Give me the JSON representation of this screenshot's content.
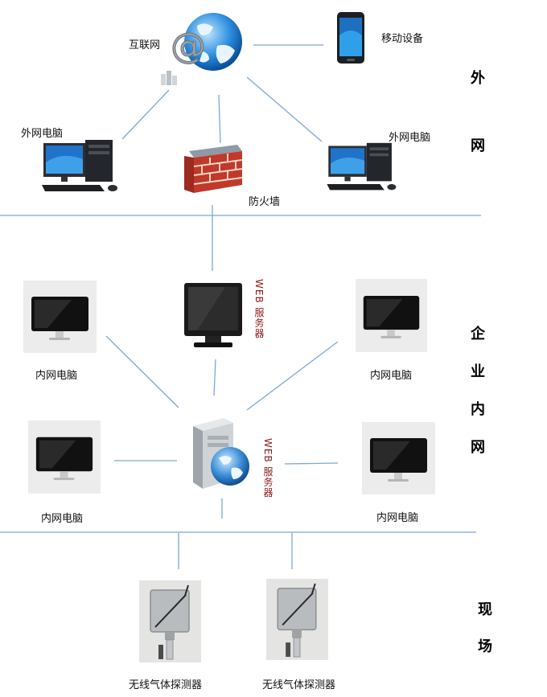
{
  "external": {
    "internet_label": "互联网",
    "mobile_label": "移动设备",
    "pc_left_label": "外网电脑",
    "pc_right_label": "外网电脑",
    "firewall_label": "防火墙",
    "zone_chars": [
      "外",
      "网"
    ]
  },
  "intranet": {
    "web_server_top_label": "WEB 服务器",
    "web_server_center_label": "WEB 服务器",
    "pc_top_left_label": "内网电脑",
    "pc_top_right_label": "内网电脑",
    "pc_bottom_left_label": "内网电脑",
    "pc_bottom_right_label": "内网电脑",
    "zone_chars": [
      "企",
      "业",
      "内",
      "网"
    ]
  },
  "field": {
    "detector_left_label": "无线气体探测器",
    "detector_right_label": "无线气体探测器",
    "zone_chars": [
      "现",
      "场"
    ]
  },
  "colors": {
    "line": "#7aa9d6",
    "firewall_brick": "#c0392b",
    "server_text": "#8b1a1a"
  }
}
